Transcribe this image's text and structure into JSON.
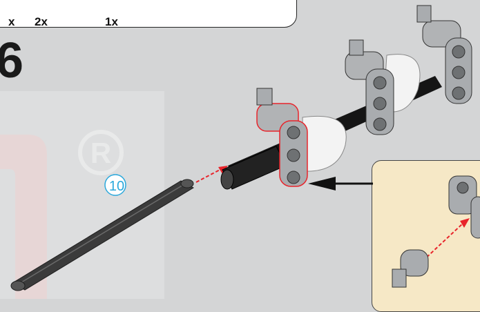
{
  "parts_box": {
    "quantities": [
      "x",
      "2x",
      "1x"
    ]
  },
  "step": {
    "number": "6"
  },
  "callout": {
    "count": "10"
  },
  "watermark": {
    "symbol": "R"
  },
  "colors": {
    "background": "#d4d5d6",
    "panel": "#ffffff",
    "callout_bg": "#f6e8c6",
    "count_color": "#2aa8dc",
    "arrow_red": "#e8242b",
    "axle_dark": "#3b3b3b",
    "part_gray": "#a9acaf"
  },
  "icons": [
    "lego-axle-icon",
    "lego-beam-icon",
    "arrow-left-icon",
    "registered-mark-icon"
  ]
}
